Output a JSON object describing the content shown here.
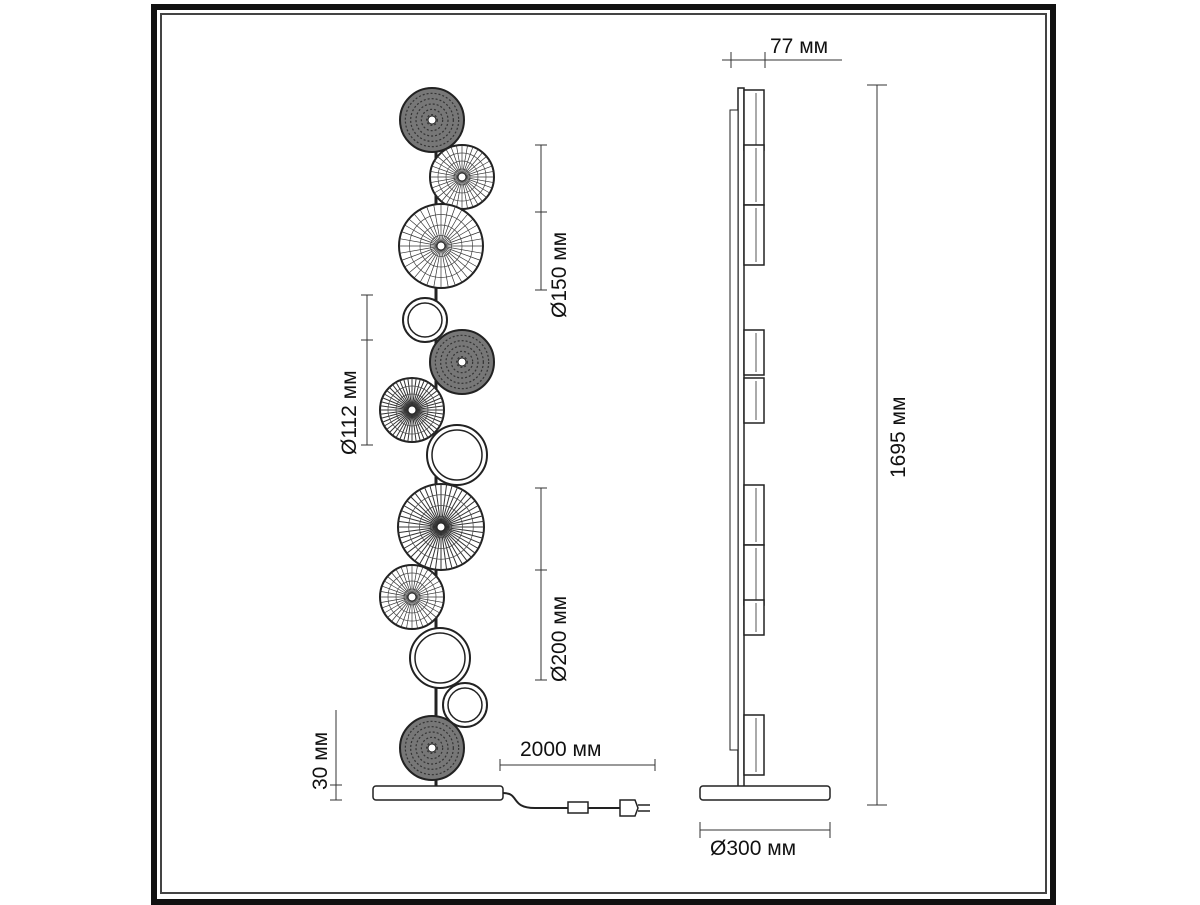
{
  "dimensions": {
    "disk_large": "Ø150 мм",
    "disk_small": "Ø112 мм",
    "disk_xlarge": "Ø200 мм",
    "base_height": "30 мм",
    "cord_length": "2000 мм",
    "depth": "77 мм",
    "total_height": "1695 мм",
    "base_diameter": "Ø300 мм"
  }
}
